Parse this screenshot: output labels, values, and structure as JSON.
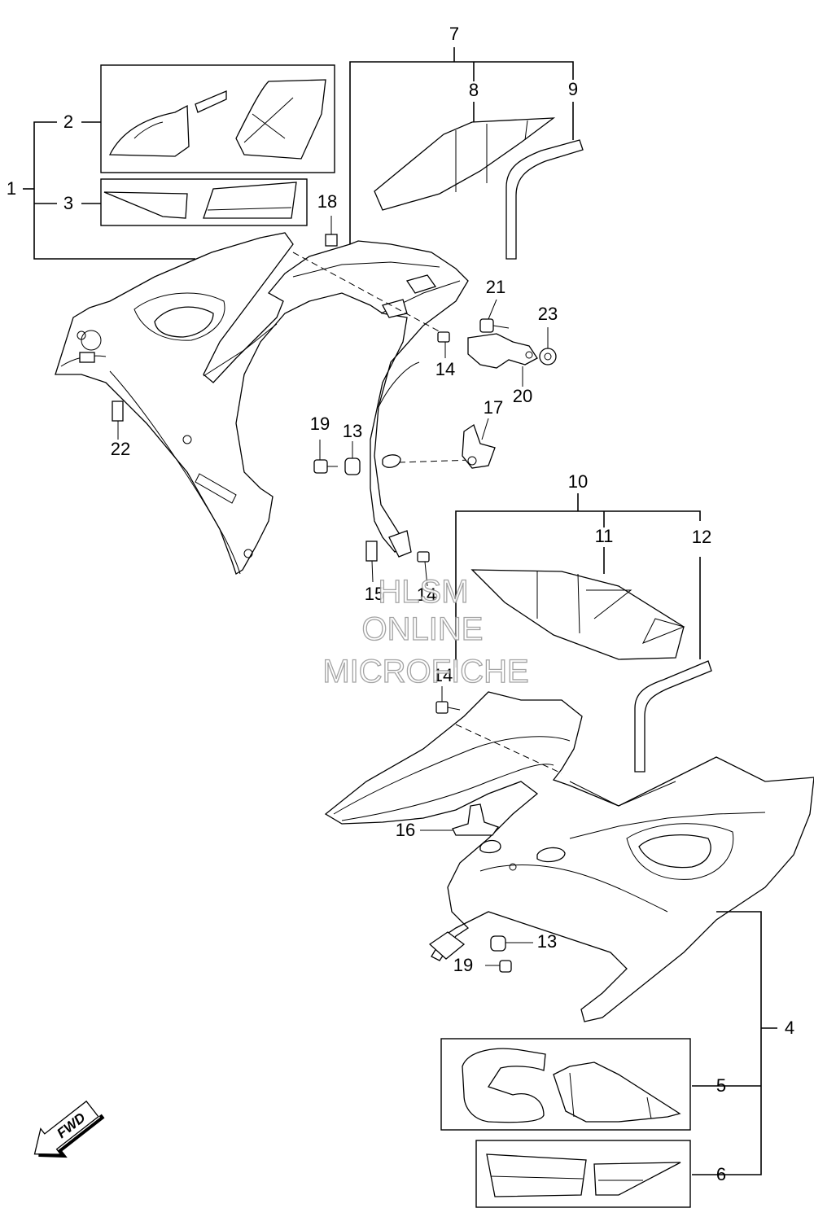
{
  "callouts": {
    "c1": "1",
    "c2": "2",
    "c3": "3",
    "c4": "4",
    "c5": "5",
    "c6": "6",
    "c7": "7",
    "c8": "8",
    "c9": "9",
    "c10": "10",
    "c11": "11",
    "c12": "12",
    "c13a": "13",
    "c13b": "13",
    "c14a": "14",
    "c14b": "14",
    "c14c": "14",
    "c15": "15",
    "c16": "16",
    "c17": "17",
    "c18": "18",
    "c19a": "19",
    "c19b": "19",
    "c20": "20",
    "c21": "21",
    "c22": "22",
    "c23": "23"
  },
  "watermark": {
    "line1": "HLSM",
    "line2": "ONLINE",
    "line3": "MICROFICHE"
  },
  "fwd_label": "FWD"
}
